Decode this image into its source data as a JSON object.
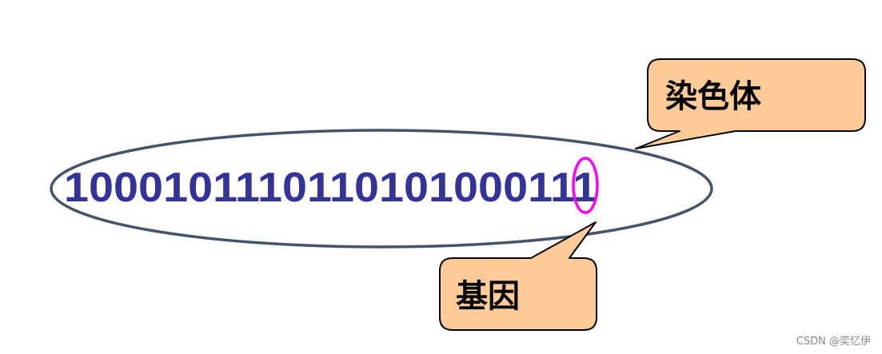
{
  "diagram": {
    "sequence": "1000101110110101000111",
    "chromosome_label": "染色体",
    "gene_label": "基因"
  },
  "colors": {
    "ellipse_stroke": "#44546a",
    "sequence_text": "#333399",
    "highlight": "#ff00ff",
    "callout_fill": "#ffcc99",
    "callout_stroke": "#000000"
  },
  "watermark": "CSDN @奕忆伊"
}
